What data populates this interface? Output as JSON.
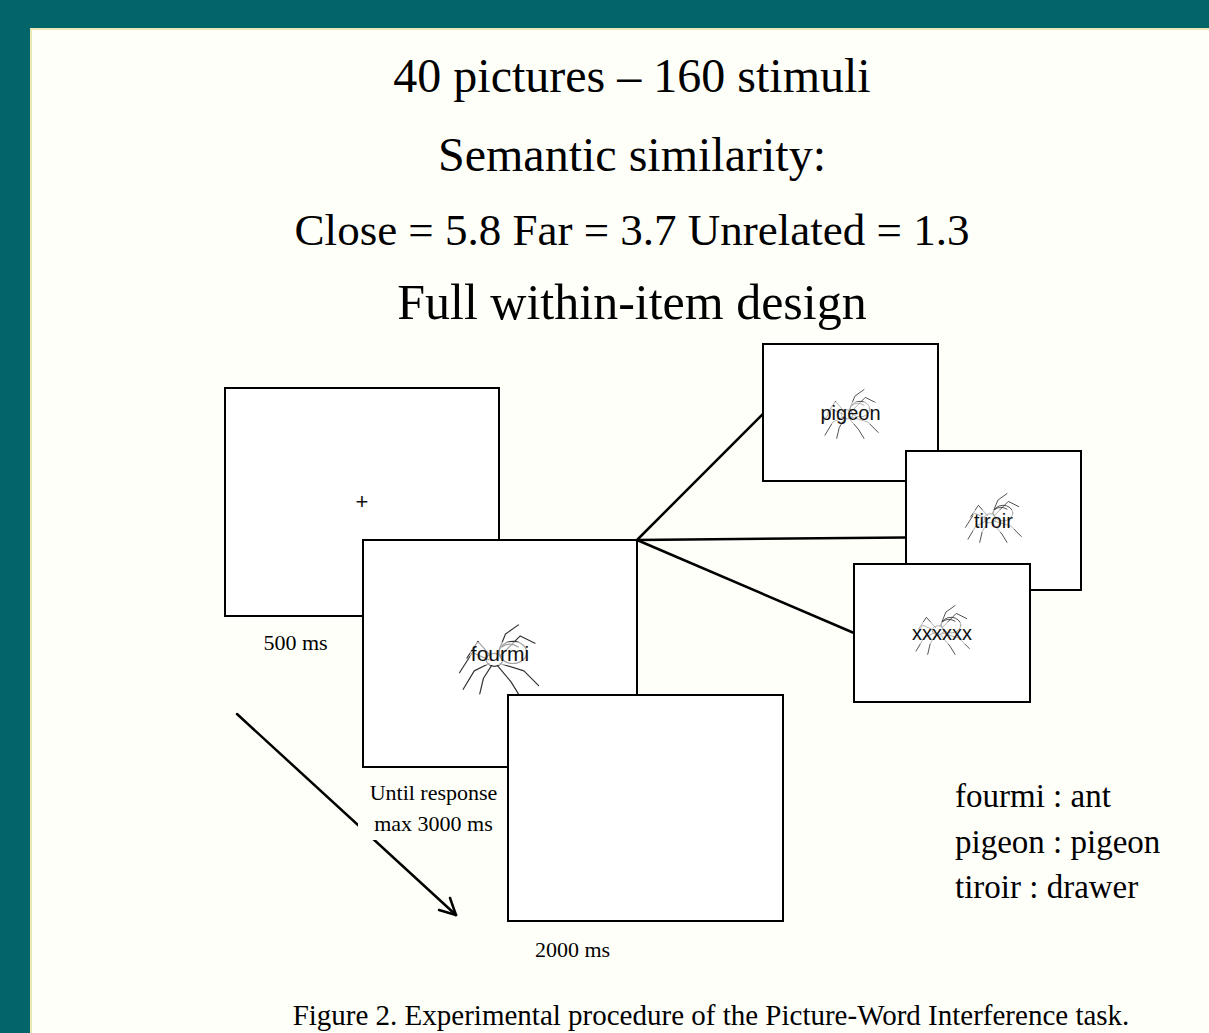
{
  "diagram": {
    "title": "40 pictures – 160 stimuli",
    "caption": "Figure 2. Experimental procedure of the Picture-Word Interference task.",
    "nodes": [
      {
        "text": [
          "+",
          "500 ms"
        ]
      },
      {
        "text": [
          "fourmi",
          "Until response max 3000 ms"
        ]
      },
      {
        "text": [
          "2000 ms"
        ]
      },
      {
        "text": [
          "pigeon"
        ]
      },
      {
        "text": [
          "tiroir"
        ]
      },
      {
        "text": [
          "xxxxxx"
        ]
      }
    ],
    "edges": [
      {
        "from": 1,
        "to": 3,
        "arrow": "none"
      },
      {
        "from": 1,
        "to": 4,
        "arrow": "none"
      },
      {
        "from": 1,
        "to": 5,
        "arrow": "none"
      }
    ],
    "labels": [
      "Semantic similarity:",
      "Close = 5.8 Far = 3.7 Unrelated = 1.3",
      "Full within-item design",
      "fourmi : ant",
      "pigeon : pigeon",
      "tiroir : drawer"
    ]
  }
}
